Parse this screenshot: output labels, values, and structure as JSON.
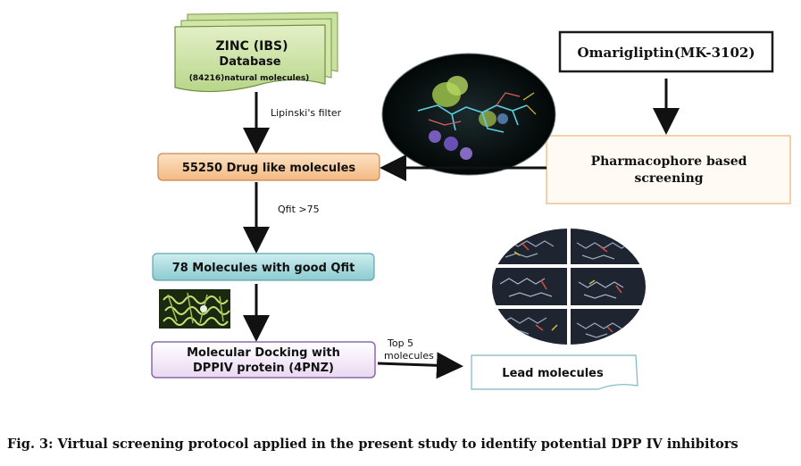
{
  "nodes": {
    "zinc_db": {
      "title": "ZINC (IBS)",
      "line2": "Database",
      "line3": "(84216)natural molecules)"
    },
    "omarigliptin": {
      "label": "Omarigliptin(MK-3102)"
    },
    "pharmacophore": {
      "line1": "Pharmacophore based",
      "line2": "screening"
    },
    "drug_like": {
      "label": "55250 Drug like molecules"
    },
    "good_qfit": {
      "label": "78  Molecules with good Qfit"
    },
    "docking": {
      "line1": "Molecular Docking with",
      "line2": "DPPIV protein (4PNZ)"
    },
    "lead": {
      "label": "Lead molecules"
    }
  },
  "edges": {
    "lipinski": "Lipinski's filter",
    "qfit": "Qfit >75",
    "top5_line1": "Top 5",
    "top5_line2": "molecules"
  },
  "caption": "Fig. 3: Virtual screening protocol applied in the present study to identify potential DPP IV inhibitors",
  "colors": {
    "zinc_fill": "#cfe3a6",
    "drug_like_fill": "#f8cda0",
    "good_qfit_fill": "#a9d9dc",
    "docking_border": "#8a6aa8",
    "pharmacophore_border": "#f0c090",
    "lead_border": "#7ab8c0"
  }
}
